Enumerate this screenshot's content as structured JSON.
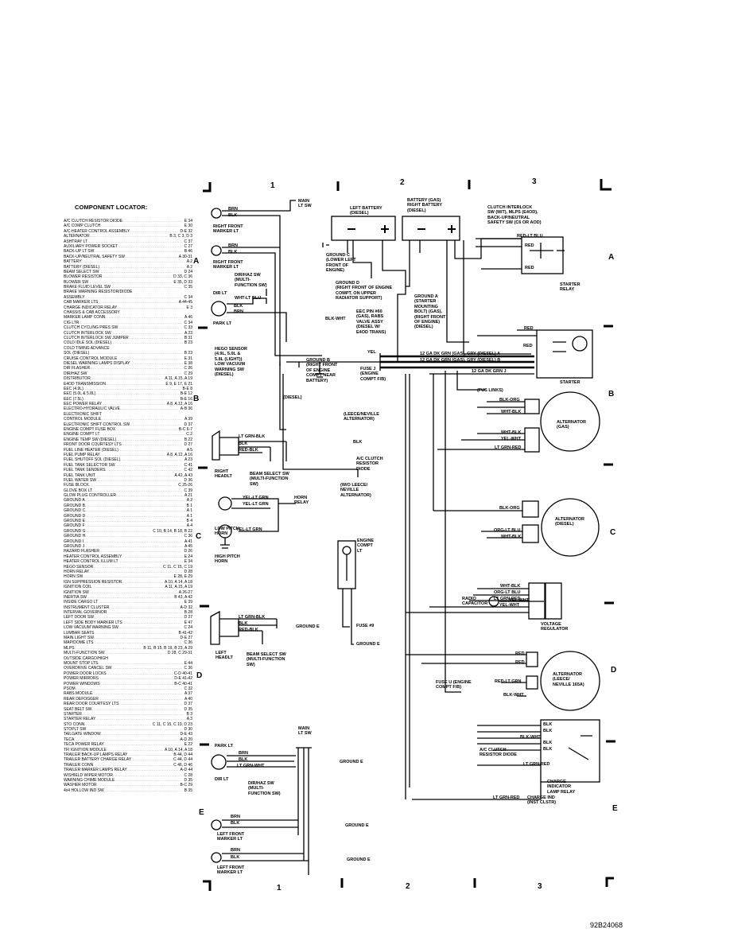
{
  "locator": {
    "title": "COMPONENT LOCATOR:",
    "entries": [
      {
        "n": "A/C CLUTCH RESISTOR DIODE",
        "r": "E 34"
      },
      {
        "n": "A/C COMP CLUTCH",
        "r": "E 30"
      },
      {
        "n": "A/C-HEATER CONTROL ASSEMBLY",
        "r": "D-E 32"
      },
      {
        "n": "ALTERNATOR",
        "r": "B 3, C 3, D 3"
      },
      {
        "n": "ASHTRAY LT",
        "r": "C 37"
      },
      {
        "n": "AUXILIARY POWER SOCKET",
        "r": "C 27"
      },
      {
        "n": "BACK-UP LT SW",
        "r": "B 46"
      },
      {
        "n": "BACK-UP/NEUTRAL SAFETY SW",
        "r": "A 30-31"
      },
      {
        "n": "BATTERY",
        "r": "A 2"
      },
      {
        "n": "BATTERY (DIESEL)",
        "r": "A 2"
      },
      {
        "n": "BEAM SELECT SW",
        "r": "D 24"
      },
      {
        "n": "BLOWER RESISTOR",
        "r": "D 33, C 36"
      },
      {
        "n": "BLOWER SW",
        "r": "E 35, D 33"
      },
      {
        "n": "BRAKE FLUID LEVEL SW",
        "r": "C 35"
      },
      {
        "n": "BRAKE WARNING RESISTOR/DIODE",
        "r": ""
      },
      {
        "n": "  ASSEMBLY",
        "r": "C 34"
      },
      {
        "n": "CAB MARKER LTS",
        "r": "A 44-45"
      },
      {
        "n": "CHARGE INDICATOR RELAY",
        "r": "E 3"
      },
      {
        "n": "CHASSIS & CAB ACCESSORY",
        "r": ""
      },
      {
        "n": "  MARKER LAMP CONN",
        "r": "A 46"
      },
      {
        "n": "CIG LTR",
        "r": "C 34"
      },
      {
        "n": "CLUTCH CYCLING PRES SW",
        "r": "C 33"
      },
      {
        "n": "CLUTCH INTERLOCK SW",
        "r": "A 23"
      },
      {
        "n": "CLUTCH INTERLOCK SW JUMPER",
        "r": "B 31"
      },
      {
        "n": "COLD IDLE SOL (DIESEL)",
        "r": "B 23"
      },
      {
        "n": "COLD TIMING ADVANCE",
        "r": ""
      },
      {
        "n": "  SOL (DIESEL)",
        "r": "B 23"
      },
      {
        "n": "CRUISE CONTROL MODULE",
        "r": "E 31"
      },
      {
        "n": "DIESEL WARNING LAMPS DISPLAY",
        "r": "E 38"
      },
      {
        "n": "DIR FLASHER",
        "r": "C 26"
      },
      {
        "n": "DIR/HAZ SW",
        "r": "C 29"
      },
      {
        "n": "DISTRIBUTOR",
        "r": "A 11, A 15, A 19"
      },
      {
        "n": "E4OD TRANSMISSION",
        "r": "E 9, E 17, E 21"
      },
      {
        "n": "EEC (4.9L)",
        "r": "B-E 8"
      },
      {
        "n": "EEC (5.0L & 5.8L)",
        "r": "B-E 12"
      },
      {
        "n": "EEC (7.5L)",
        "r": "B-E 16"
      },
      {
        "n": "EEC POWER RELAY",
        "r": "A 8, A 12, A 16"
      },
      {
        "n": "ELECTRO-HYDRAULIC VALVE",
        "r": "A-B 36"
      },
      {
        "n": "ELECTRONIC SHIFT",
        "r": ""
      },
      {
        "n": "  CONTROL MODULE",
        "r": "A 39"
      },
      {
        "n": "ELECTRONIC SHIFT CONTROL SW",
        "r": "D 37"
      },
      {
        "n": "ENGINE COMPT FUSE BOX",
        "r": "B-C 6-7"
      },
      {
        "n": "ENGINE COMPT LT",
        "r": "C 2"
      },
      {
        "n": "ENGINE TEMP SW (DIESEL)",
        "r": "B 22"
      },
      {
        "n": "FRONT DOOR COURTESY LTS",
        "r": "D 27"
      },
      {
        "n": "FUEL LINE HEATER (DIESEL)",
        "r": "A 5"
      },
      {
        "n": "FUEL PUMP RELAY",
        "r": "A 8, A 12, A 16"
      },
      {
        "n": "FUEL SHUTOFF SOL (DIESEL)",
        "r": "A 23"
      },
      {
        "n": "FUEL TANK SELECTOR SW",
        "r": "C 41"
      },
      {
        "n": "FUEL TANK SENDERS",
        "r": "C 42"
      },
      {
        "n": "FUEL TANK UNIT",
        "r": "A 42, A 43"
      },
      {
        "n": "FUEL WATER SW",
        "r": "D 36"
      },
      {
        "n": "FUSE BLOCK",
        "r": "C 25-26"
      },
      {
        "n": "GLOVE BOX LT",
        "r": "C 39"
      },
      {
        "n": "GLOW PLUG CONTROLLER",
        "r": "A 21"
      },
      {
        "n": "GROUND A",
        "r": "A 2"
      },
      {
        "n": "GROUND B",
        "r": "B 1"
      },
      {
        "n": "GROUND C",
        "r": "A 1"
      },
      {
        "n": "GROUND D",
        "r": "A 1"
      },
      {
        "n": "GROUND E",
        "r": "B 4"
      },
      {
        "n": "GROUND F",
        "r": "A 4"
      },
      {
        "n": "GROUND G",
        "r": "C 10, B 14, B 18, B 22"
      },
      {
        "n": "GROUND H",
        "r": "C 36"
      },
      {
        "n": "GROUND I",
        "r": "A 41"
      },
      {
        "n": "GROUND J",
        "r": "A 45"
      },
      {
        "n": "HAZARD FLASHER",
        "r": "D 26"
      },
      {
        "n": "HEATER CONTROL ASSEMBLY",
        "r": "E 24"
      },
      {
        "n": "HEATER CONTROL ILLUM LT",
        "r": "E 34"
      },
      {
        "n": "HEGO SENSOR",
        "r": "C 11, C 15, C 19"
      },
      {
        "n": "HORN RELAY",
        "r": "D 28"
      },
      {
        "n": "HORN SW",
        "r": "E 28, E 29"
      },
      {
        "n": "IGN SUPPRESSION RESISTOR",
        "r": "A 10, A 14, A 18"
      },
      {
        "n": "IGNITION COIL",
        "r": "A 11, A 15, A 19"
      },
      {
        "n": "IGNITION SW",
        "r": "A 26-27"
      },
      {
        "n": "INERTIA SW",
        "r": "B 43, A 42"
      },
      {
        "n": "INSIDE CARGO LT",
        "r": "E 39"
      },
      {
        "n": "INSTRUMENT CLUSTER",
        "r": "A-D 32"
      },
      {
        "n": "INTERVAL GOVERNOR",
        "r": "B 28"
      },
      {
        "n": "LEFT DOOR SW",
        "r": "D 27"
      },
      {
        "n": "LEFT SIDE BODY MARKER LTS",
        "r": "E 47"
      },
      {
        "n": "LOW VACUUM WARNING SW",
        "r": "C 24"
      },
      {
        "n": "LUMBAR SEATS",
        "r": "B 41-42"
      },
      {
        "n": "MAIN LIGHT SW",
        "r": "D-E 27"
      },
      {
        "n": "MAP/DOME LTS",
        "r": "C 36"
      },
      {
        "n": "MLPS",
        "r": "B 11, B 15, B 19, B 23, A 29"
      },
      {
        "n": "MULTI-FUNCTION SW",
        "r": "D 28, C 29-31"
      },
      {
        "n": "OUTSIDE CARGO/HIGH",
        "r": ""
      },
      {
        "n": "  MOUNT STOP LTS",
        "r": "E 44"
      },
      {
        "n": "OVERDRIVE CANCEL SW",
        "r": "C 36"
      },
      {
        "n": "POWER DOOR LOCKS",
        "r": "C-D 40-41"
      },
      {
        "n": "POWER MIRRORS",
        "r": "D-E 41-42"
      },
      {
        "n": "POWER WINDOWS",
        "r": "B-C 40-41"
      },
      {
        "n": "PSOM",
        "r": "C 32"
      },
      {
        "n": "RABS MODULE",
        "r": "A 37"
      },
      {
        "n": "REAR DEFOGGER",
        "r": "A 40"
      },
      {
        "n": "REAR DOOR COURTESY LTS",
        "r": "D 37"
      },
      {
        "n": "SEAT BELT SW",
        "r": "D 35"
      },
      {
        "n": "STARTER",
        "r": "B 3"
      },
      {
        "n": "STARTER RELAY",
        "r": "A 3"
      },
      {
        "n": "STO CONN",
        "r": "C 11, C 15, C 19, D 23"
      },
      {
        "n": "STOPLT SW",
        "r": "D 30"
      },
      {
        "n": "TAILGATE WINDOW",
        "r": "D-E 43"
      },
      {
        "n": "TECA",
        "r": "A-D 20"
      },
      {
        "n": "TECA POWER RELAY",
        "r": "E 22"
      },
      {
        "n": "TFI IGNITION MODULE",
        "r": "A 10, A 14, A 18"
      },
      {
        "n": "TRAILER BACK-UP LAMPS RELAY",
        "r": "B 44, D 44"
      },
      {
        "n": "TRAILER BATTERY CHARGE RELAY",
        "r": "C 44, D 44"
      },
      {
        "n": "TRAILER CONN",
        "r": "C 46, D 46"
      },
      {
        "n": "TRAILER MARKER LAMPS RELAY",
        "r": "A-D 44"
      },
      {
        "n": "W/SHIELD WIPER MOTOR",
        "r": "C 28"
      },
      {
        "n": "WARNING CHIME MODULE",
        "r": "D 35"
      },
      {
        "n": "WASHER MOTOR",
        "r": "B-C 29"
      },
      {
        "n": "4x4 HOLLOW IND SW",
        "r": "B 35"
      }
    ]
  },
  "grid": {
    "columns": [
      "1",
      "2",
      "3"
    ],
    "rows": [
      "A",
      "B",
      "C",
      "D",
      "E"
    ]
  },
  "figure_code": "92B24068",
  "labels": {
    "main_lt_sw_top": "MAIN\nLT SW",
    "brn": "BRN",
    "blk": "BLK",
    "rf_marker_1": "RIGHT FRONT\nMARKER LT",
    "rf_marker_2": "RIGHT FRONT\nMARKER LT",
    "dir_haz_sw": "DIR/HAZ SW\n(MULTI-\nFUNCTION SW)",
    "dir_lt": "DIR LT",
    "wht_lt_blu": "WHT-LT BLU",
    "park_lt": "PARK LT",
    "left_battery": "LEFT BATTERY\n(DIESEL)",
    "battery_gas": "BATTERY (GAS)\nRIGHT BATTERY\n(DIESEL)",
    "ground_c": "GROUND C\n(LOWER LEFT\nFRONT OF\nENGINE)",
    "ground_d": "GROUND D\n(RIGHT FRONT OF ENGINE\nCOMPT, ON UPPER\nRADIATOR SUPPORT)",
    "ground_a": "GROUND A\n(STARTER\nMOUNTING\nBOLT) (GAS),\n(RIGHT FRONT\nOF ENGINE)\n(DIESEL)",
    "red": "RED",
    "clutch_interlock": "CLUTCH INTERLOCK\nSW (M/T), MLPS (E4OD),\nBACK-UP/NEUTRAL\nSAFETY SW (C6 OR AOD)",
    "red_lt_blu": "RED-LT BLU",
    "starter_relay": "STARTER\nRELAY",
    "eec_pin": "EEC PIN #60\n(GAS), RABS\nVALVE ASSY\n(DIESEL W/\nE4OD TRANS)",
    "blk_wht": "BLK-WHT",
    "hego_sensor": "HEGO SENSOR\n(4.9L, 5.0L &\n5.8L (LIGHT))\nLOW VACUUM\nWARNING SW\n(DIESEL)",
    "ground_b": "GROUND B\n(RIGHT FRONT\nOF ENGINE\nCOMPT NEAR\nBATTERY)",
    "yel": "YEL",
    "fuse_j": "FUSE J\n(ENGINE\nCOMPT F/B)",
    "wire_12ga_a": "12 GA DK GRN (GAS), GRY (DIESEL) A",
    "wire_12ga_b": "12 GA DK GRN (GAS), GRY (DIESEL) B",
    "wire_12ga_c": "12 GA DK GRN J",
    "starter": "STARTER",
    "fus_links": "(FUS LINKS)",
    "diesel": "(DIESEL)",
    "blk_org": "BLK-ORG",
    "wht_blk": "WHT-BLK",
    "alternator_gas": "ALTERNATOR\n(GAS)",
    "yel_wht": "YEL-WHT",
    "lt_grn_red": "LT GRN-RED",
    "leece_neville": "(LEECE/NEVILLE\nALTERNATOR)",
    "ac_clutch_resistor_1": "A/C CLUTCH\nRESISTOR\nDIODE",
    "wo_leece": "(W/O LEECE/\nNEVILLE\nALTERNATOR)",
    "lt_grn_blk": "LT GRN-BLK",
    "red_blk": "RED-BLK",
    "right_headlt": "RIGHT\nHEADLT",
    "beam_select_1": "BEAM SELECT SW\n(MULTI-FUNCTION\nSW)",
    "yel_lt_grn": "YEL-LT GRN",
    "horn_relay": "HORN\nRELAY",
    "low_pitch": "LOW PITCH\nHORN",
    "high_pitch": "HIGH PITCH\nHORN",
    "engine_compt_lt": "ENGINE\nCOMPT\nLT",
    "fuse_9": "FUSE #9",
    "ground_e": "GROUND E",
    "org_lt_blu": "ORG-LT BLU",
    "alternator_diesel": "ALTERNATOR\n(DIESEL)",
    "radio_capacitor": "RADIO\nCAPACITOR",
    "voltage_regulator": "VOLTAGE\nREGULATOR",
    "left_headlt": "LEFT\nHEADLT",
    "beam_select_2": "BEAM SELECT SW\n(MULTI-FUNCTION\nSW)",
    "alternator_leece": "ALTERNATOR\n(LEECE/\nNEVILLE 165A)",
    "fuse_u": "FUSE U (ENGINE\nCOMPT F/B)",
    "red_lt_grn": "RED-LT GRN",
    "blk_wht2": "BLK-WHT",
    "ac_clutch_resistor_2": "A/C CLUTCH\nRESISTOR DIODE",
    "charge_ind_relay": "CHARGE\nINDICATOR\nLAMP RELAY",
    "charge_ind": "CHARGE IND\n(INST CLSTR)",
    "lt_grn_wht": "LT GRN-WHT",
    "main_lt_sw_bottom": "MAIN\nLT SW",
    "left_front_marker_1": "LEFT FRONT\nMARKER LT",
    "left_front_marker_2": "LEFT FRONT\nMARKER LT"
  }
}
